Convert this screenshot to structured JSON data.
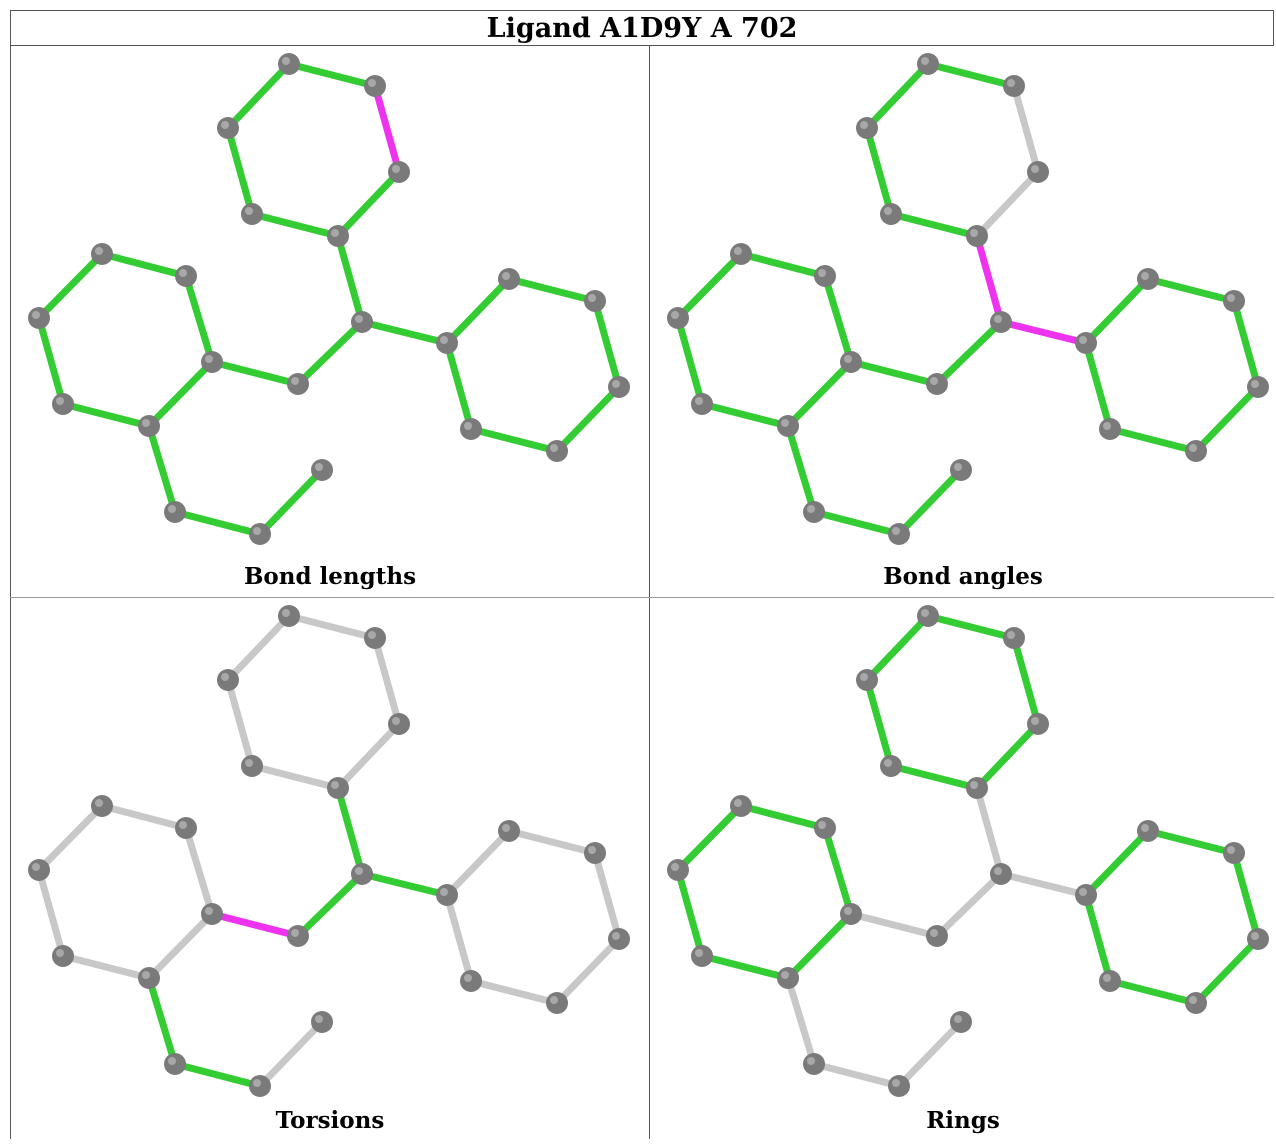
{
  "title": "Ligand A1D9Y A 702",
  "colors": {
    "ok_bond": "#33cc33",
    "outlier_bond": "#ee33ee",
    "neutral_bond": "#c8c8c8",
    "atom": "#7a7a7a"
  },
  "panels": [
    {
      "caption": "Bond lengths"
    },
    {
      "caption": "Bond angles"
    },
    {
      "caption": "Torsions"
    },
    {
      "caption": "Rings"
    }
  ]
}
